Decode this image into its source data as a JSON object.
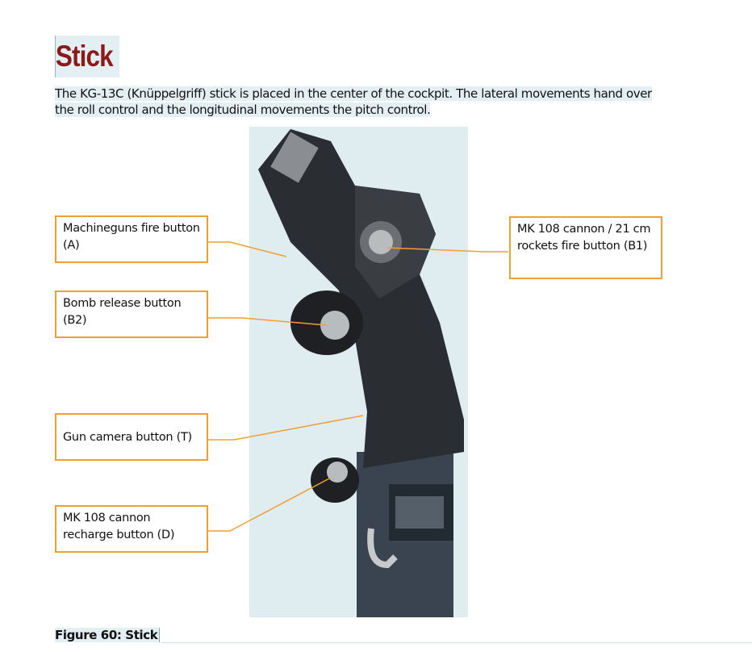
{
  "heading": "Stick",
  "paragraph": "The KG-13C (Knüppelgriff) stick is placed in the center of the cockpit. The lateral movements hand over the roll control and the longitudinal movements the pitch control.",
  "callouts": {
    "a": "Machineguns fire button (A)",
    "b2": "Bomb release button (B2)",
    "t": "Gun camera button (T)",
    "d": "MK 108 cannon recharge button (D)",
    "b1": "MK 108 cannon / 21 cm rockets fire button (B1)"
  },
  "caption": "Figure 60: Stick",
  "colors": {
    "heading": "#8b1a1a",
    "callout_border": "#f0a030",
    "photo_bg": "#dfedf1"
  }
}
